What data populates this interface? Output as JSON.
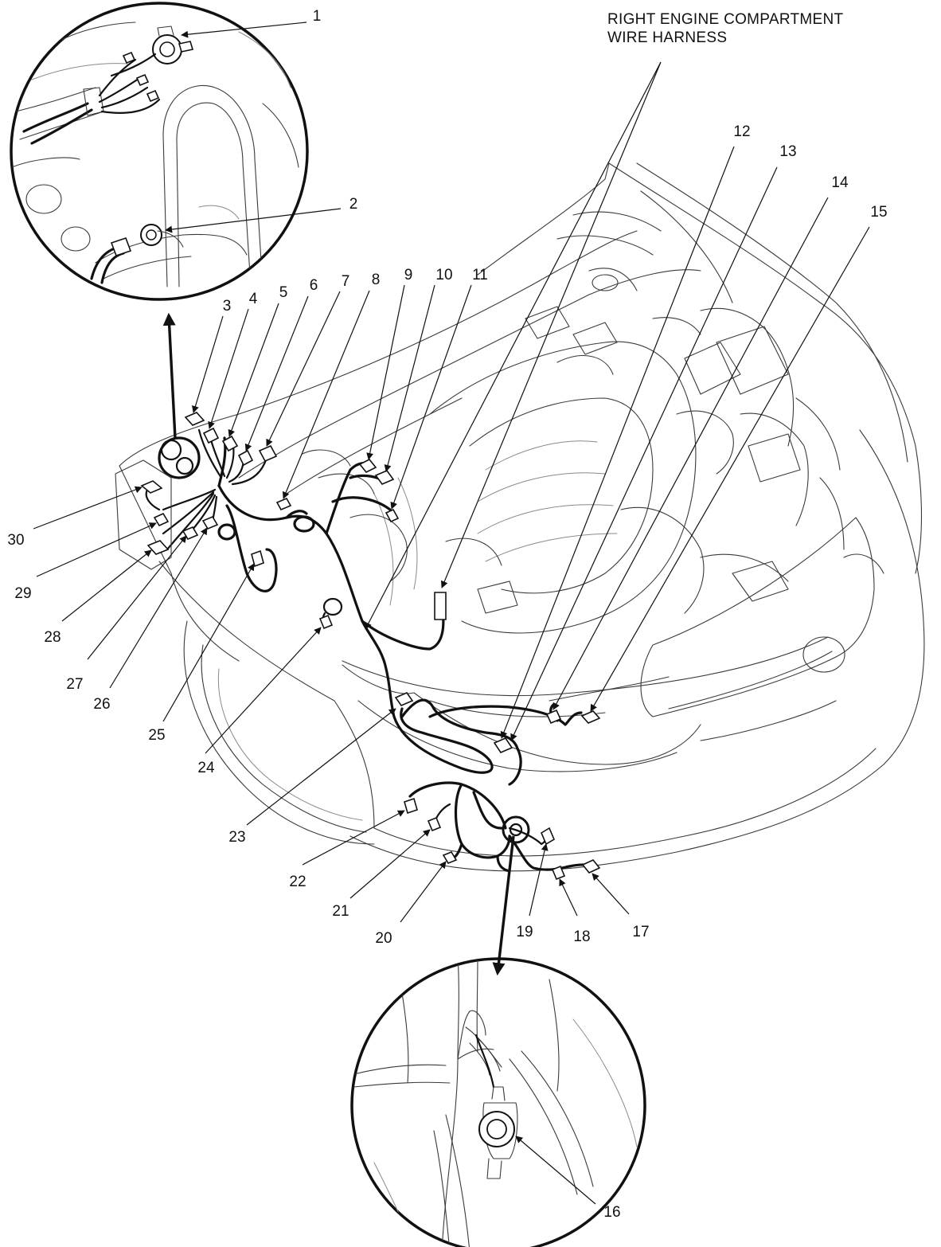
{
  "diagram": {
    "title_lines": [
      "RIGHT ENGINE COMPARTMENT",
      "WIRE HARNESS"
    ],
    "callouts": [
      "1",
      "2",
      "3",
      "4",
      "5",
      "6",
      "7",
      "8",
      "9",
      "10",
      "11",
      "12",
      "13",
      "14",
      "15",
      "16",
      "17",
      "18",
      "19",
      "20",
      "21",
      "22",
      "23",
      "24",
      "25",
      "26",
      "27",
      "28",
      "29",
      "30"
    ]
  }
}
